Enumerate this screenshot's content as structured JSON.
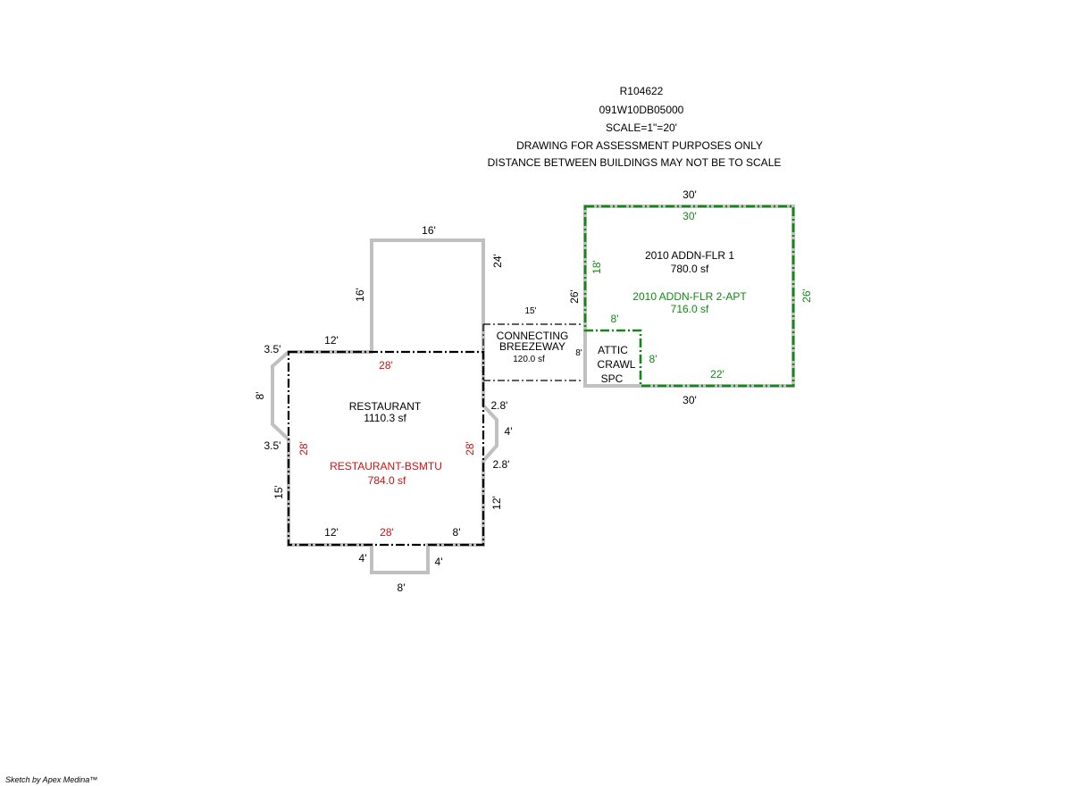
{
  "header": {
    "parcel_id": "R104622",
    "map_number": "091W10DB05000",
    "scale": "SCALE=1\"=20'",
    "note_1": "DRAWING FOR ASSESSMENT PURPOSES ONLY",
    "note_2": "DISTANCE BETWEEN BUILDINGS MAY NOT BE TO SCALE"
  },
  "areas": {
    "restaurant": {
      "name": "RESTAURANT",
      "area": "1110.3 sf"
    },
    "restaurant_bsmt": {
      "name": "RESTAURANT-BSMTU",
      "area": "784.0 sf"
    },
    "breezeway": {
      "name_1": "CONNECTING",
      "name_2": "BREEZEWAY",
      "area": "120.0 sf"
    },
    "addn_flr1": {
      "name": "2010 ADDN-FLR 1",
      "area": "780.0 sf"
    },
    "addn_flr2": {
      "name": "2010 ADDN-FLR 2-APT",
      "area": "716.0 sf"
    },
    "attic": {
      "line_1": "ATTIC",
      "line_2": "CRAWL",
      "line_3": "SPC"
    }
  },
  "dimensions": {
    "top_16": "16'",
    "right_24": "24'",
    "left_16": "16'",
    "rest_top_12": "12'",
    "rest_top_28": "28'",
    "left_35_top": "3.5'",
    "left_8": "8'",
    "left_35_bottom": "3.5'",
    "left_28": "28'",
    "left_15": "15'",
    "right_28": "28'",
    "right_28a": "2.8'",
    "right_4": "4'",
    "right_28b": "2.8'",
    "right_12": "12'",
    "bottom_12": "12'",
    "bottom_28": "28'",
    "bottom_8": "8'",
    "porch_left_4": "4'",
    "porch_right_4": "4'",
    "porch_bottom_8": "8'",
    "breezeway_15": "15'",
    "breezeway_8": "8'",
    "addn_top_30_black": "30'",
    "addn_top_30_green": "30'",
    "addn_left_26": "26'",
    "addn_left_18": "18'",
    "addn_right_26": "26'",
    "addn_step_8": "8'",
    "attic_right_8": "8'",
    "addn_bottom_22": "22'",
    "addn_bottom_30": "30'"
  },
  "footer": {
    "credit": "Sketch by Apex Medina™"
  },
  "colors": {
    "outline_gray": "#c0c0c0",
    "basement_red": "#cc1111",
    "second_floor_green": "#118811",
    "line_black": "#000000"
  }
}
